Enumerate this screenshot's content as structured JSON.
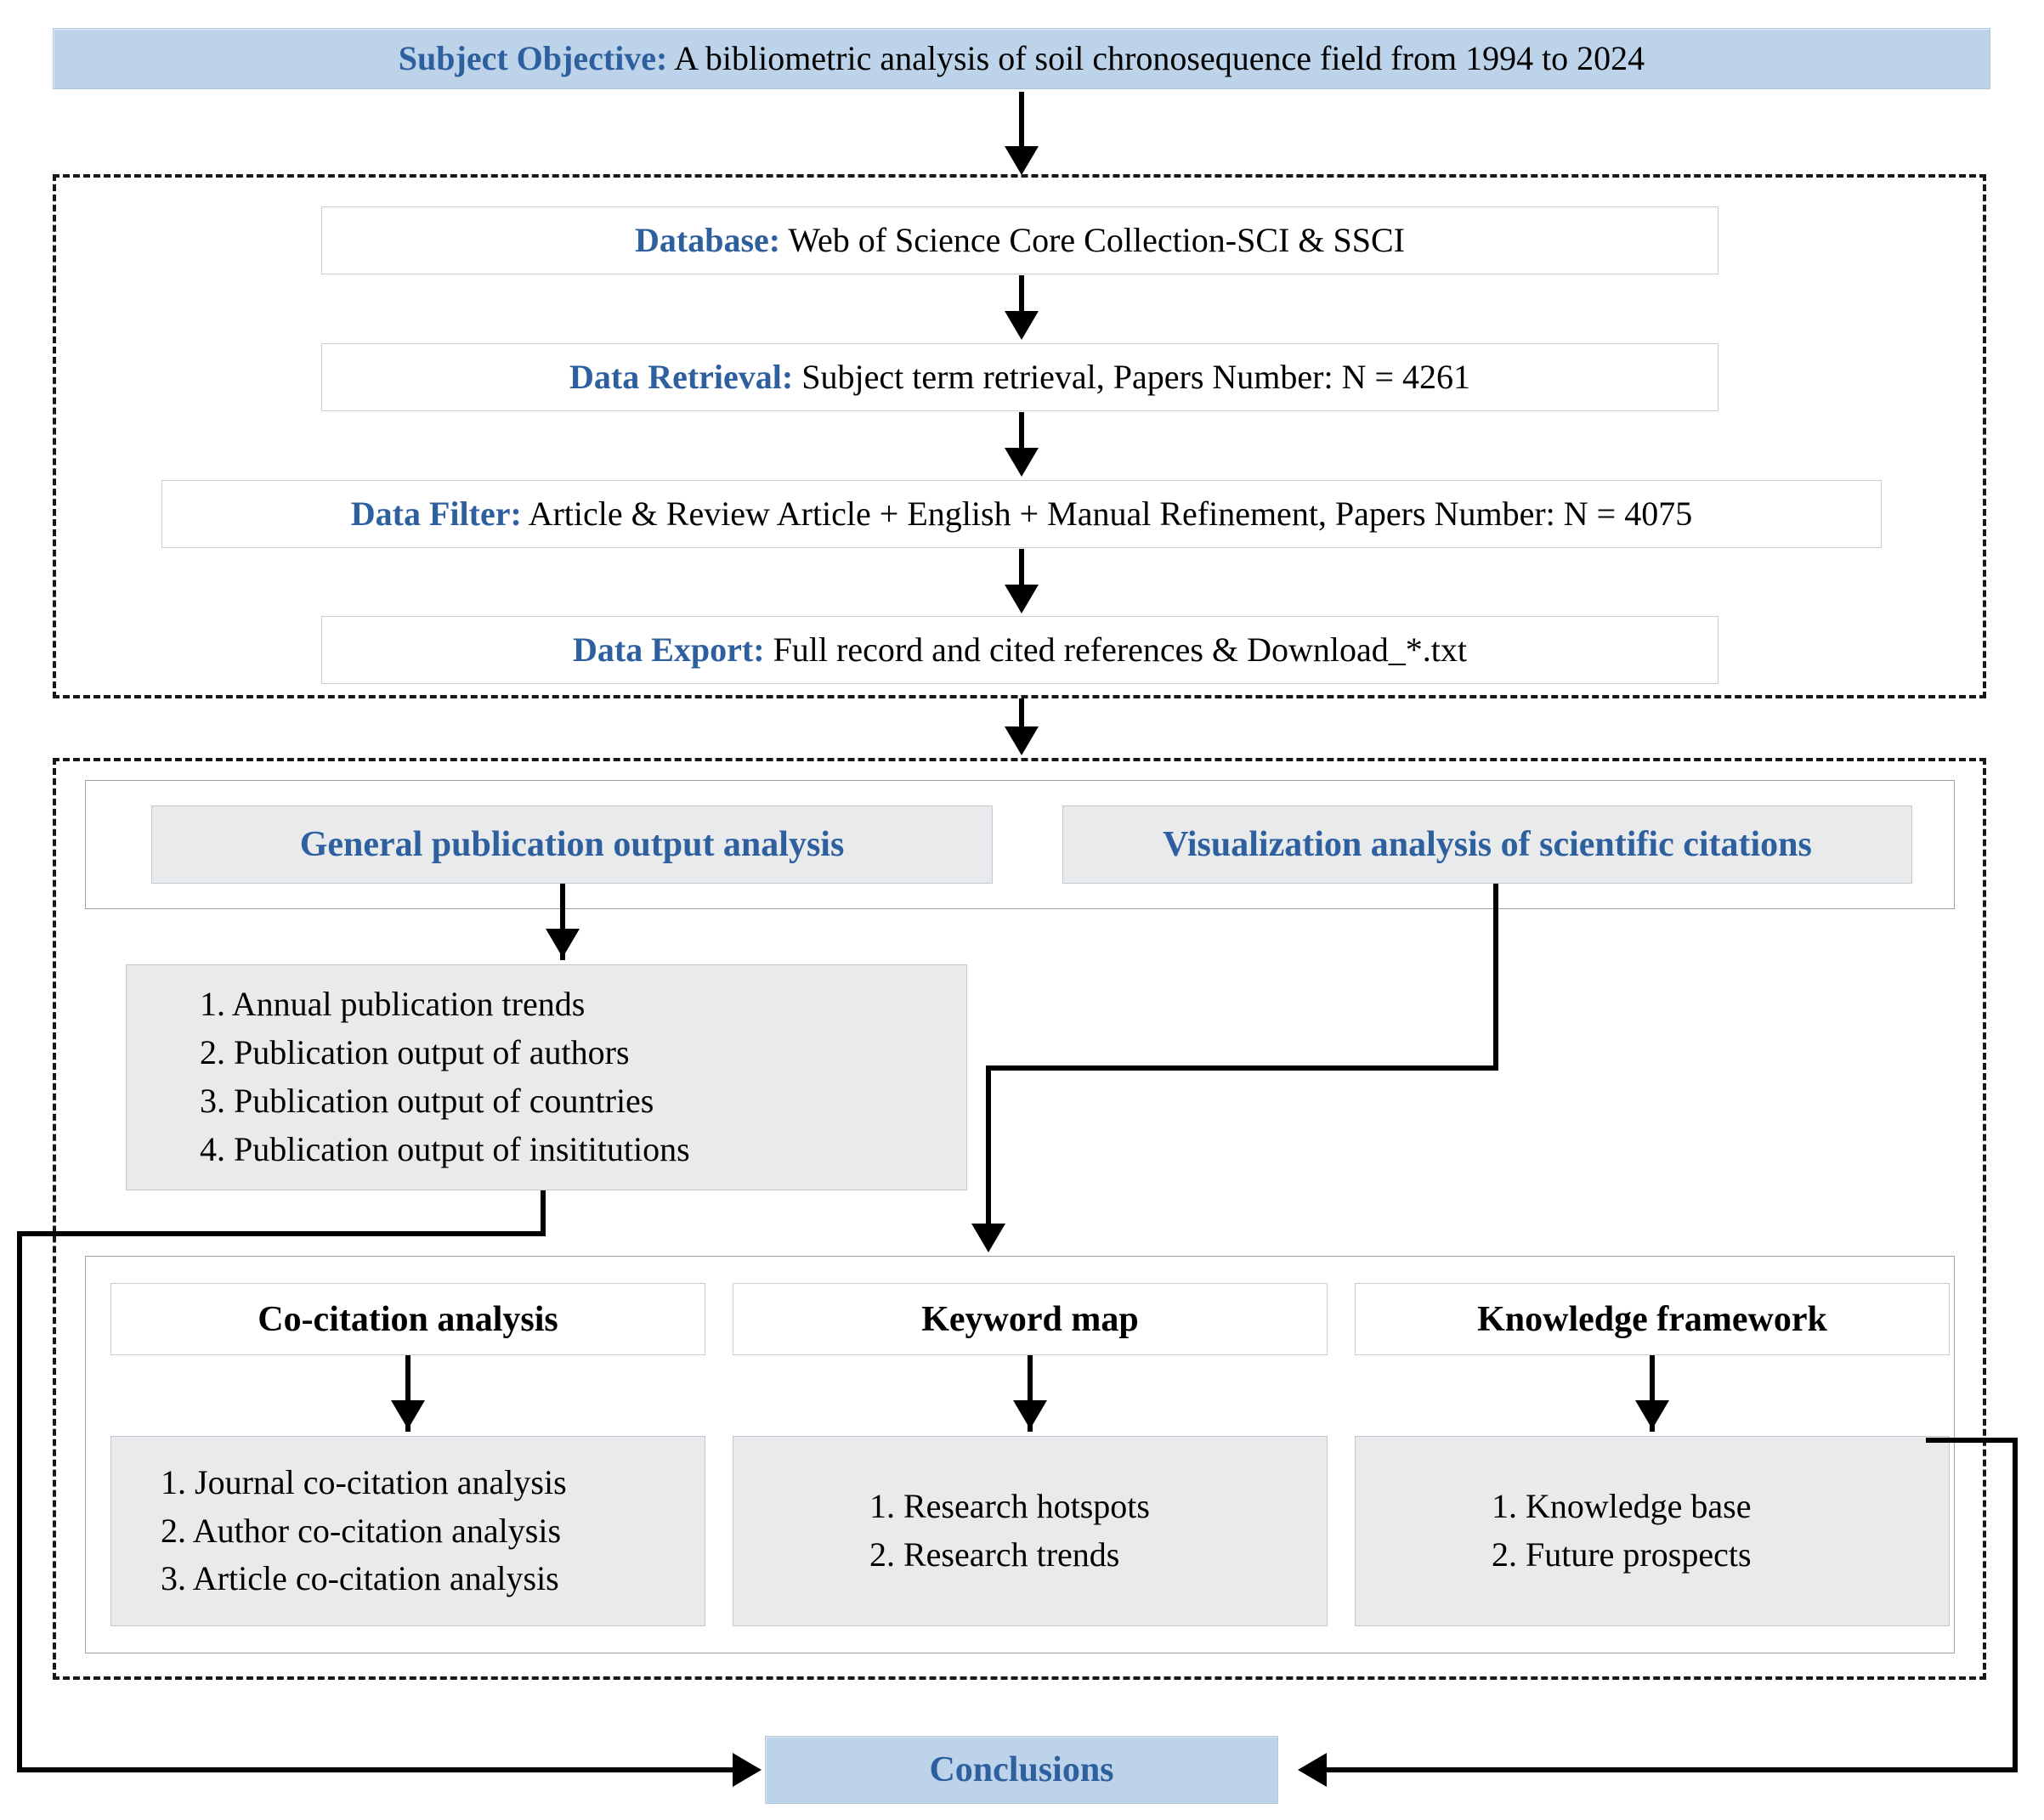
{
  "diagram": {
    "title_box": {
      "lead": "Subject Objective:",
      "rest": " A bibliometric analysis of soil chronosequence field from 1994 to 2024"
    },
    "data_collection": {
      "steps": [
        {
          "lead": "Database:",
          "rest": " Web of Science Core Collection-SCI & SSCI"
        },
        {
          "lead": "Data Retrieval:",
          "rest": " Subject term retrieval, Papers Number: N = 4261"
        },
        {
          "lead": "Data Filter:",
          "rest": " Article & Review Article + English + Manual Refinement, Papers Number: N = 4075"
        },
        {
          "lead": "Data Export:",
          "rest": " Full record and cited references & Download_*.txt"
        }
      ]
    },
    "analysis": {
      "headers": [
        {
          "label": "General publication output analysis"
        },
        {
          "label": "Visualization analysis of scientific citations"
        }
      ],
      "general_items": [
        "1. Annual publication trends",
        "2. Publication output of authors",
        "3. Publication output of countries",
        "4. Publication output of insititutions"
      ],
      "columns": [
        {
          "header": "Co-citation analysis",
          "items": [
            "1. Journal co-citation analysis",
            "2. Author co-citation analysis",
            "3. Article co-citation analysis"
          ]
        },
        {
          "header": "Keyword map",
          "items": [
            "1. Research hotspots",
            "2. Research trends"
          ]
        },
        {
          "header": "Knowledge framework",
          "items": [
            "1. Knowledge base",
            "2. Future prospects"
          ]
        }
      ]
    },
    "conclusions": {
      "label": "Conclusions"
    },
    "colors": {
      "accent_blue_text": "#2e5f9e",
      "box_blue_fill": "#bdd3ea",
      "box_gray_fill": "#e8eaec",
      "connector": "#000000"
    }
  }
}
